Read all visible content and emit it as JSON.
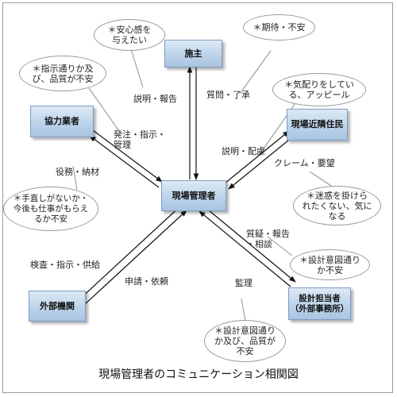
{
  "caption": "現場管理者のコミュニケーション相関図",
  "nodes": {
    "center": "現場管理者",
    "client": "施主",
    "partner": "協力業者",
    "neighbors": "現場近隣住民",
    "external": "外部機関",
    "designer": "設計担当者\n（外部事務所）"
  },
  "relations": {
    "client_down": "説明・報告",
    "client_up": "質問・了承",
    "partner_down": "発注・指示・\n管理",
    "partner_up": "役務・納材",
    "neighbors_down": "説明・配慮",
    "neighbors_up": "クレーム・要望",
    "external_down": "検査・指示・供給",
    "external_up": "申請・依頼",
    "designer_up": "質疑・報告\n・相談",
    "designer_down": "監理"
  },
  "concerns": {
    "client_wish": "＊安心感を\n与えたい",
    "client_feel": "＊期待・不安",
    "partner_feel": "＊指示通りか及\nび、品質が不安",
    "partner_wish": "＊手直しがないか・\n今後も仕事がもらえ\nるか不安",
    "neighbors_wish": "＊気配りをしてい\nる、アッピール",
    "neighbors_feel": "＊迷惑を掛けら\nれたくない、気に\nなる",
    "designer_feel": "＊設計意図通り\nか不安",
    "designer_feel2": "＊設計意図通り\nか及び、品質が\n不安"
  }
}
